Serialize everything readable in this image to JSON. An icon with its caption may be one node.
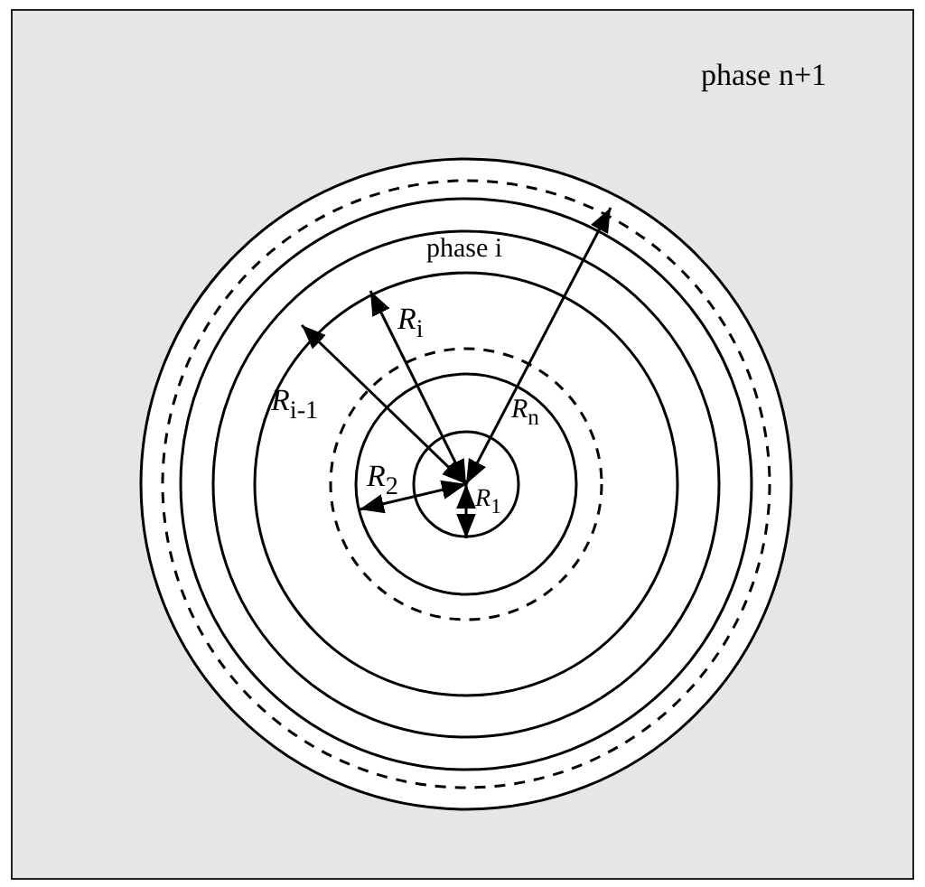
{
  "diagram": {
    "labels": [
      "phase n+1",
      "phase i",
      "*R*$_{i}$",
      "*R*$_{n}$",
      "*R*$_{i-1}$",
      "*R*$_{2}$",
      "*R*$_{1}$"
    ]
  }
}
